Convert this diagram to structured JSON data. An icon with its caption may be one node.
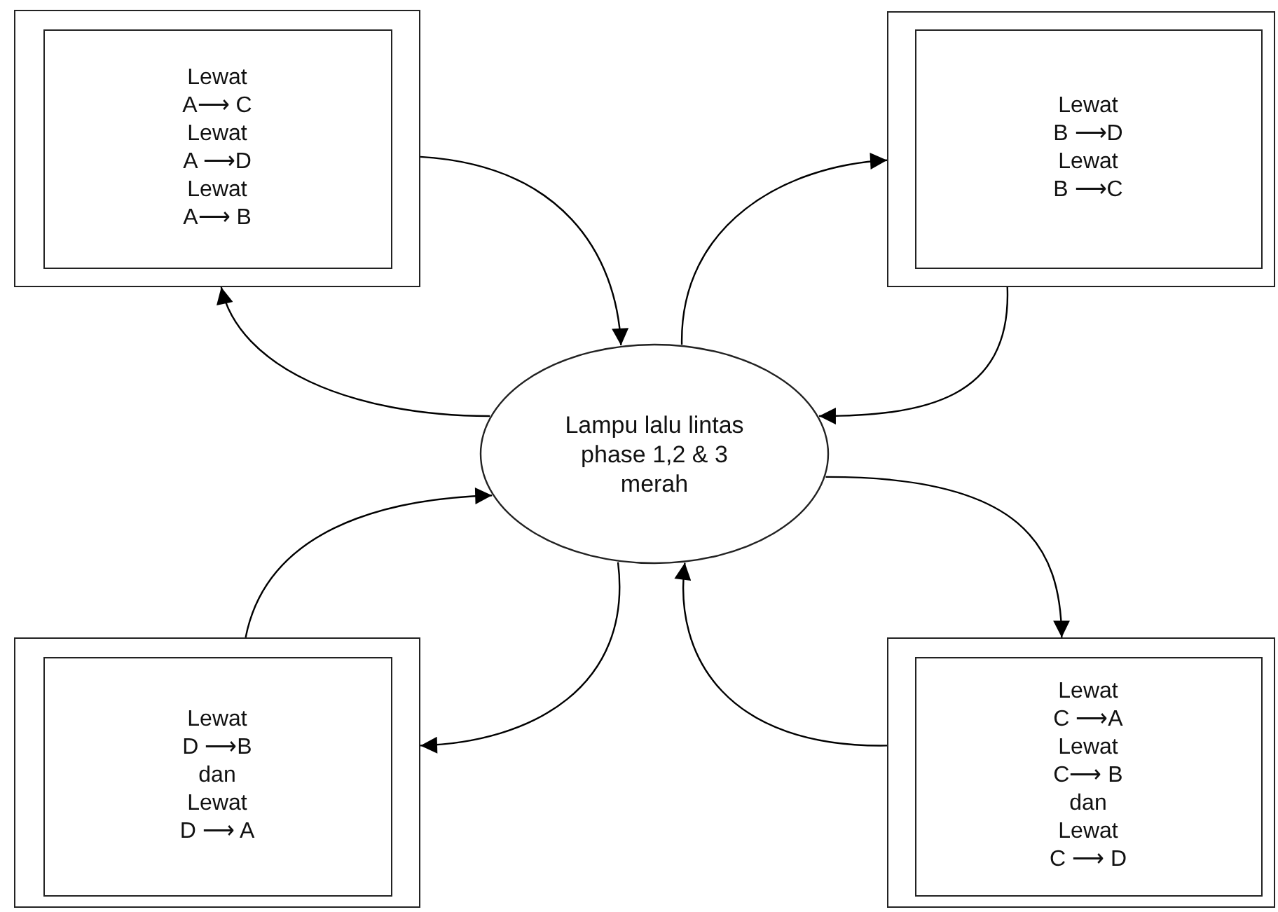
{
  "diagram": {
    "nodes": [
      {
        "text": [],
        "shape": "box"
      },
      {
        "text": [
          "Lewat",
          "A⟶ C",
          "Lewat",
          "A ⟶D",
          "Lewat",
          "A⟶ B"
        ],
        "in": 0
      },
      {
        "text": [],
        "shape": "box"
      },
      {
        "text": [
          "Lewat",
          "B ⟶D",
          "Lewat",
          "B ⟶C"
        ],
        "in": 2
      },
      {
        "text": [
          "Lampu lalu lintas phase 1,2 & 3 merah"
        ]
      },
      {
        "text": [],
        "shape": "box"
      },
      {
        "text": [
          "Lewat",
          "D ⟶B",
          "dan",
          "Lewat",
          "D ⟶ A"
        ],
        "in": 5
      },
      {
        "text": [],
        "shape": "box"
      },
      {
        "text": [
          "Lewat",
          "C ⟶A",
          "Lewat",
          "C⟶ B",
          "dan",
          "Lewat",
          "C ⟶ D"
        ],
        "in": 7
      }
    ],
    "edges": [
      {
        "from": 0,
        "to": 4,
        "arrow": "to"
      },
      {
        "from": 4,
        "to": 0,
        "arrow": "to"
      },
      {
        "from": 4,
        "to": 2,
        "arrow": "to"
      },
      {
        "from": 2,
        "to": 4,
        "arrow": "to"
      },
      {
        "from": 4,
        "to": 7,
        "arrow": "to"
      },
      {
        "from": 7,
        "to": 4,
        "arrow": "to"
      },
      {
        "from": 5,
        "to": 4,
        "arrow": "to"
      },
      {
        "from": 4,
        "to": 5,
        "arrow": "to"
      }
    ]
  }
}
